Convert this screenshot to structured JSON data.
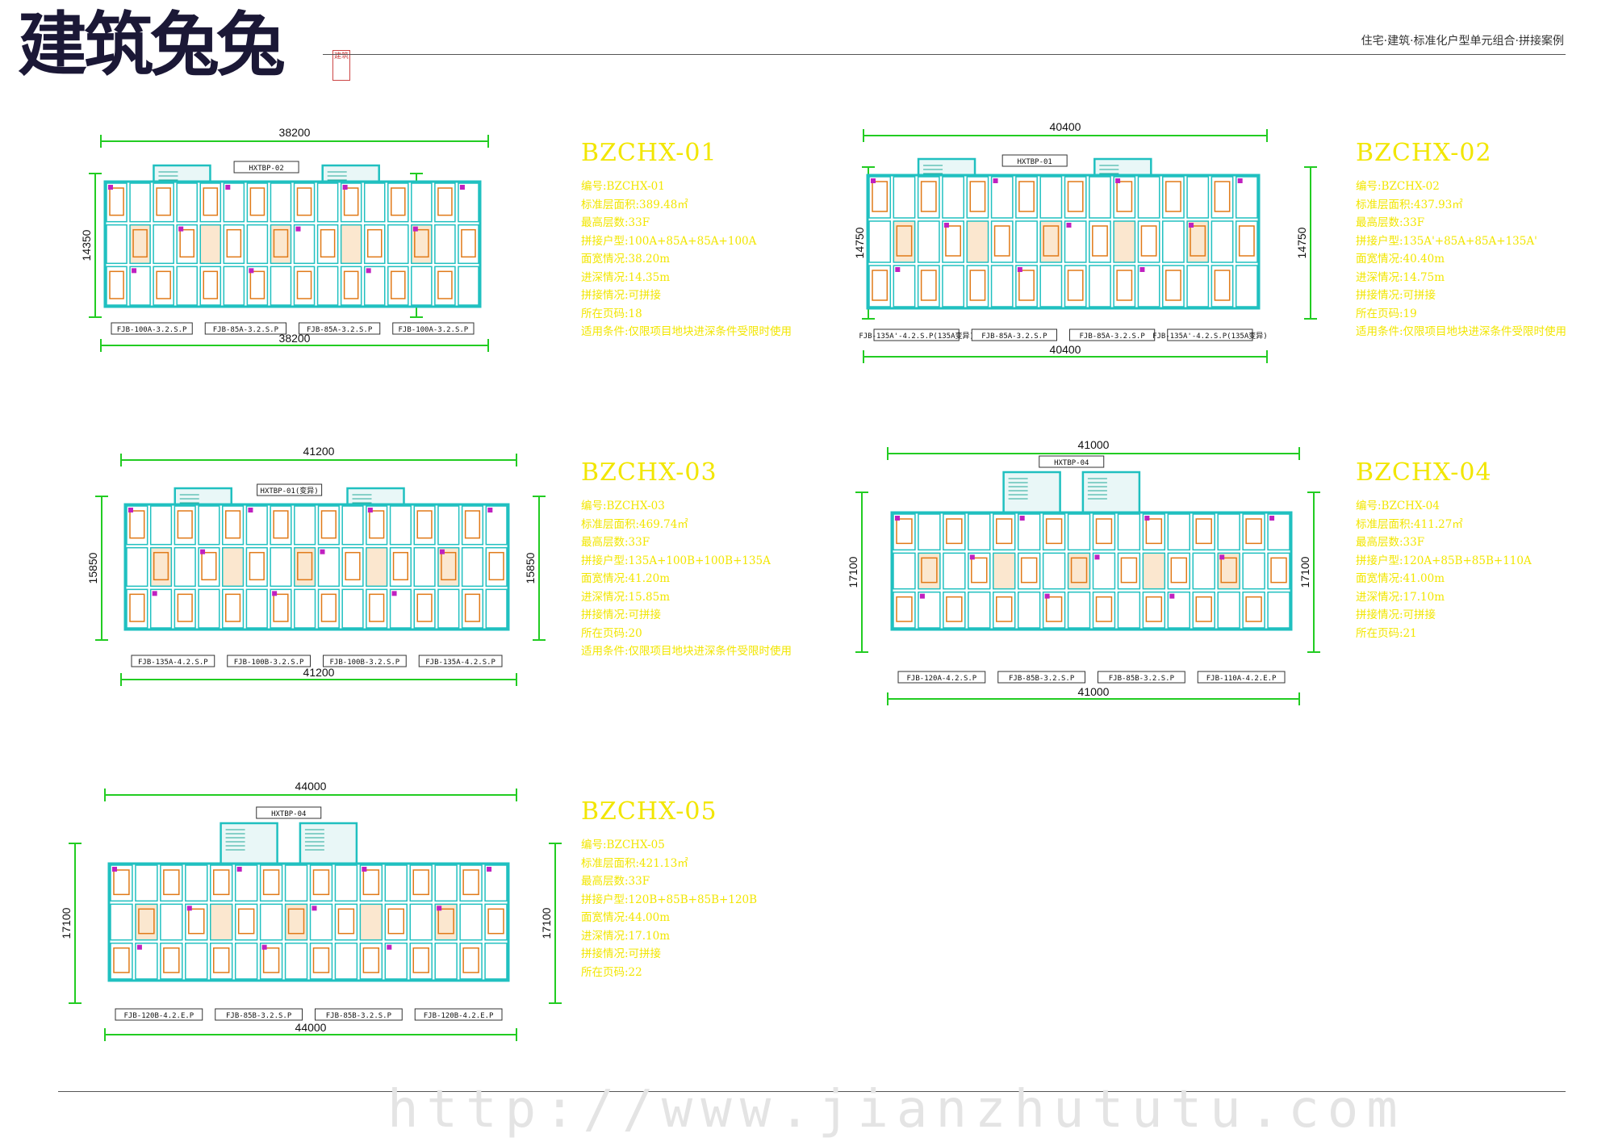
{
  "header": {
    "logo": "建筑兔兔",
    "seal": "建筑",
    "caption": "住宅·建筑·标准化户型单元组合·拼接案例"
  },
  "footer": {
    "watermark": "http://www.jianzhututu.com"
  },
  "colors": {
    "info_text": "#f2e600",
    "dimension_line": "#22cc22",
    "wall": "#20c0c0",
    "room_fill": "#e07a18"
  },
  "plans": [
    {
      "code": "BZCHX-01",
      "width_label": "38200",
      "depth_label": "14350",
      "core_tag": "HXTBP-02",
      "units": [
        "FJB-100A-3.2.S.P",
        "FJB-85A-3.2.S.P",
        "FJB-85A-3.2.S.P",
        "FJB-100A-3.2.S.P"
      ],
      "info": [
        "编号:BZCHX-01",
        "标准层面积:389.48㎡",
        "最高层数:33F",
        "拼接户型:100A+85A+85A+100A",
        "面宽情况:38.20m",
        "进深情况:14.35m",
        "拼接情况:可拼接",
        "所在页码:18",
        "适用条件:仅限项目地块进深条件受限时使用"
      ]
    },
    {
      "code": "BZCHX-02",
      "width_label": "40400",
      "depth_label": "14750",
      "core_tag": "HXTBP-01",
      "units": [
        "FJB-135A'-4.2.S.P(135A变异)",
        "FJB-85A-3.2.S.P",
        "FJB-85A-3.2.S.P",
        "FJB-135A'-4.2.S.P(135A变异)"
      ],
      "info": [
        "编号:BZCHX-02",
        "标准层面积:437.93㎡",
        "最高层数:33F",
        "拼接户型:135A'+85A+85A+135A'",
        "面宽情况:40.40m",
        "进深情况:14.75m",
        "拼接情况:可拼接",
        "所在页码:19",
        "适用条件:仅限项目地块进深条件受限时使用"
      ]
    },
    {
      "code": "BZCHX-03",
      "width_label": "41200",
      "depth_label": "15850",
      "core_tag": "HXTBP-01(变异)",
      "units": [
        "FJB-135A-4.2.S.P",
        "FJB-100B-3.2.S.P",
        "FJB-100B-3.2.S.P",
        "FJB-135A-4.2.S.P"
      ],
      "info": [
        "编号:BZCHX-03",
        "标准层面积:469.74㎡",
        "最高层数:33F",
        "拼接户型:135A+100B+100B+135A",
        "面宽情况:41.20m",
        "进深情况:15.85m",
        "拼接情况:可拼接",
        "所在页码:20",
        "适用条件:仅限项目地块进深条件受限时使用"
      ]
    },
    {
      "code": "BZCHX-04",
      "width_label": "41000",
      "depth_label": "17100",
      "core_tag": "HXTBP-04",
      "units": [
        "FJB-120A-4.2.S.P",
        "FJB-85B-3.2.S.P",
        "FJB-85B-3.2.S.P",
        "FJB-110A-4.2.E.P"
      ],
      "info": [
        "编号:BZCHX-04",
        "标准层面积:411.27㎡",
        "最高层数:33F",
        "拼接户型:120A+85B+85B+110A",
        "面宽情况:41.00m",
        "进深情况:17.10m",
        "拼接情况:可拼接",
        "所在页码:21"
      ]
    },
    {
      "code": "BZCHX-05",
      "width_label": "44000",
      "depth_label": "17100",
      "core_tag": "HXTBP-04",
      "units": [
        "FJB-120B-4.2.E.P",
        "FJB-85B-3.2.S.P",
        "FJB-85B-3.2.S.P",
        "FJB-120B-4.2.E.P"
      ],
      "info": [
        "编号:BZCHX-05",
        "标准层面积:421.13㎡",
        "最高层数:33F",
        "拼接户型:120B+85B+85B+120B",
        "面宽情况:44.00m",
        "进深情况:17.10m",
        "拼接情况:可拼接",
        "所在页码:22"
      ]
    }
  ]
}
